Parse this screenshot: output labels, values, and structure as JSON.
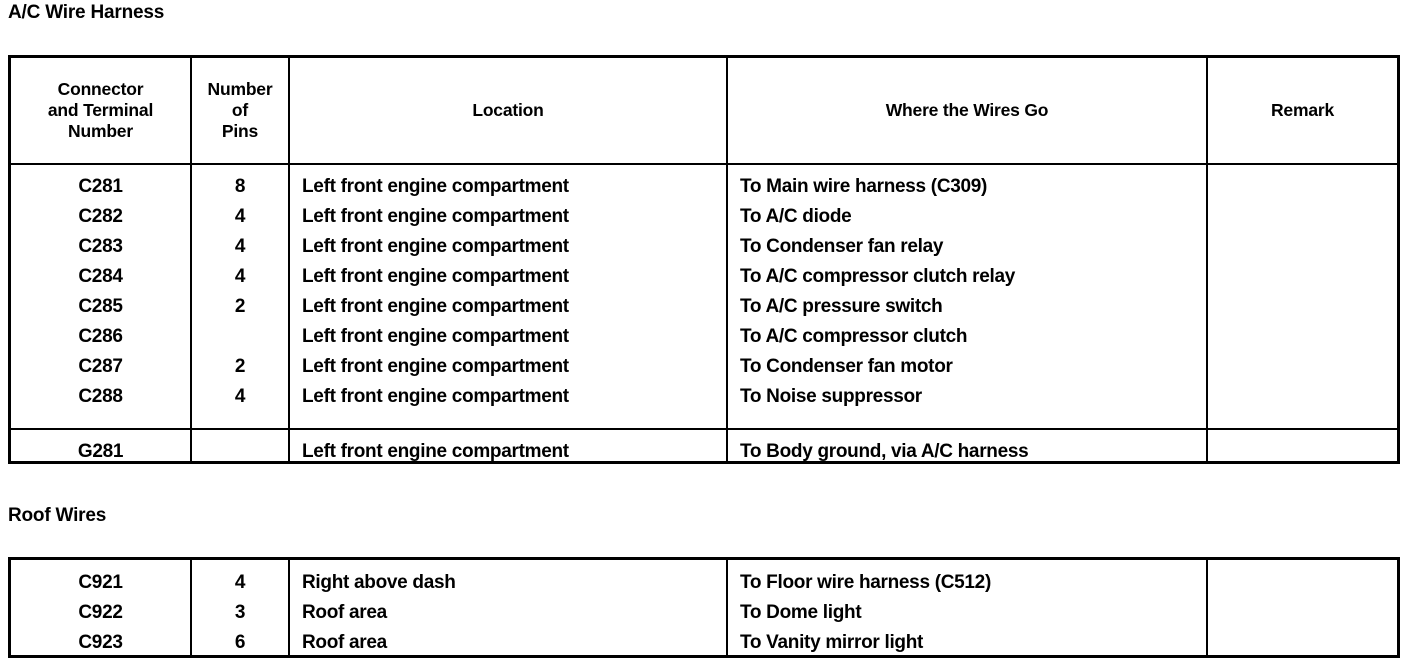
{
  "document": {
    "type": "wiring-harness-connector-table"
  },
  "sections": [
    {
      "id": "ac-wire-harness",
      "title": "A/C Wire Harness",
      "columns": {
        "connector": "Connector\nand Terminal\nNumber",
        "connector_l1": "Connector",
        "connector_l2": "and Terminal",
        "connector_l3": "Number",
        "pins_l1": "Number",
        "pins_l2": "of",
        "pins_l3": "Pins",
        "location": "Location",
        "where": "Where the Wires Go",
        "remark": "Remark"
      },
      "rows": [
        {
          "connector": "C281",
          "pins": "8",
          "location": "Left front engine compartment",
          "where": "To Main wire harness (C309)",
          "remark": ""
        },
        {
          "connector": "C282",
          "pins": "4",
          "location": "Left front engine compartment",
          "where": "To A/C diode",
          "remark": ""
        },
        {
          "connector": "C283",
          "pins": "4",
          "location": "Left front engine compartment",
          "where": "To Condenser fan relay",
          "remark": ""
        },
        {
          "connector": "C284",
          "pins": "4",
          "location": "Left front engine compartment",
          "where": "To A/C compressor clutch relay",
          "remark": ""
        },
        {
          "connector": "C285",
          "pins": "2",
          "location": "Left front engine compartment",
          "where": "To A/C pressure switch",
          "remark": ""
        },
        {
          "connector": "C286",
          "pins": "",
          "location": "Left front engine compartment",
          "where": "To A/C compressor clutch",
          "remark": ""
        },
        {
          "connector": "C287",
          "pins": "2",
          "location": "Left front engine compartment",
          "where": "To Condenser fan motor",
          "remark": ""
        },
        {
          "connector": "C288",
          "pins": "4",
          "location": "Left front engine compartment",
          "where": "To Noise suppressor",
          "remark": ""
        }
      ],
      "ground_rows": [
        {
          "connector": "G281",
          "pins": "",
          "location": "Left front engine compartment",
          "where": "To Body ground, via A/C harness",
          "remark": ""
        }
      ]
    },
    {
      "id": "roof-wires",
      "title": "Roof Wires",
      "rows": [
        {
          "connector": "C921",
          "pins": "4",
          "location": "Right above dash",
          "where": "To Floor wire harness (C512)",
          "remark": ""
        },
        {
          "connector": "C922",
          "pins": "3",
          "location": "Roof area",
          "where": "To Dome light",
          "remark": ""
        },
        {
          "connector": "C923",
          "pins": "6",
          "location": "Roof area",
          "where": "To Vanity mirror light",
          "remark": ""
        }
      ]
    }
  ]
}
